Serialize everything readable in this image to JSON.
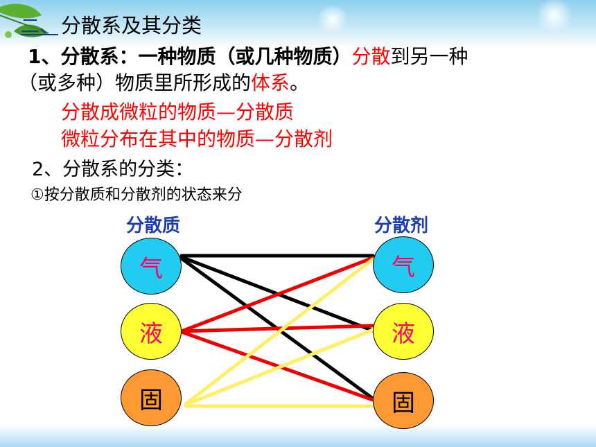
{
  "slide": {
    "section_number": "二、",
    "section_title": "分散系及其分类",
    "def_prefix": "1、分散系：一种物质（或几种物质）",
    "def_highlight_1": "分散",
    "def_mid": "到另一种",
    "def_line2_prefix": "（或多种）物质里所形成的",
    "def_highlight_2": "体系",
    "def_line2_suffix": "。",
    "dispersed_phase_def": "分散成微粒的物质—分散质",
    "dispersion_medium_def": "微粒分布在其中的物质—分散剂",
    "classification_title": "2、分散系的分类：",
    "classification_method": "①按分散质和分散剂的状态来分"
  },
  "diagram": {
    "left_label": "分散质",
    "right_label": "分散剂",
    "left_nodes": [
      "气",
      "液",
      "固"
    ],
    "right_nodes": [
      "气",
      "液",
      "固"
    ],
    "colors": {
      "gas": "#22ccf0",
      "liquid": "#ffff33",
      "solid": "#ff9933",
      "from_gas": "#000000",
      "from_liquid": "#ee0000",
      "from_solid": "#ffee66"
    }
  }
}
